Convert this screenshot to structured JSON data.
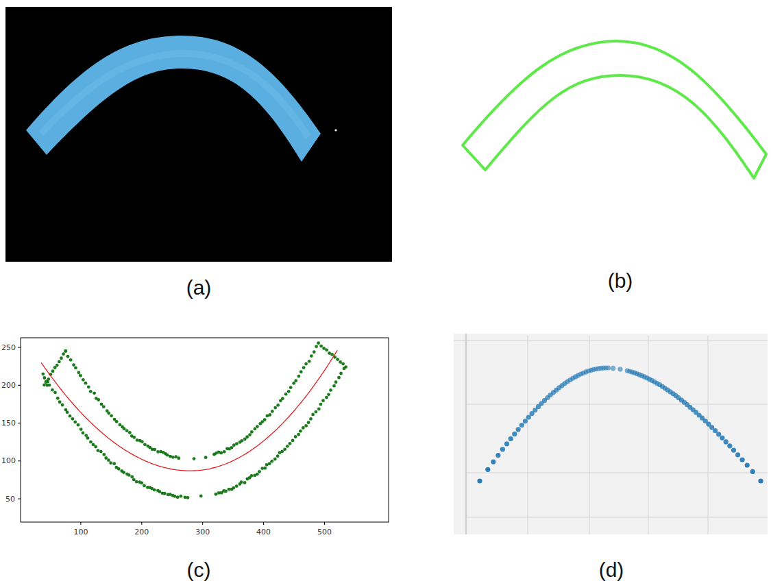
{
  "diagram": {
    "labels": [
      "(a)",
      "(b)",
      "250",
      "200",
      "150",
      "100",
      "50",
      "100",
      "200",
      "300",
      "400",
      "500",
      "(c)",
      "(d)"
    ]
  }
}
